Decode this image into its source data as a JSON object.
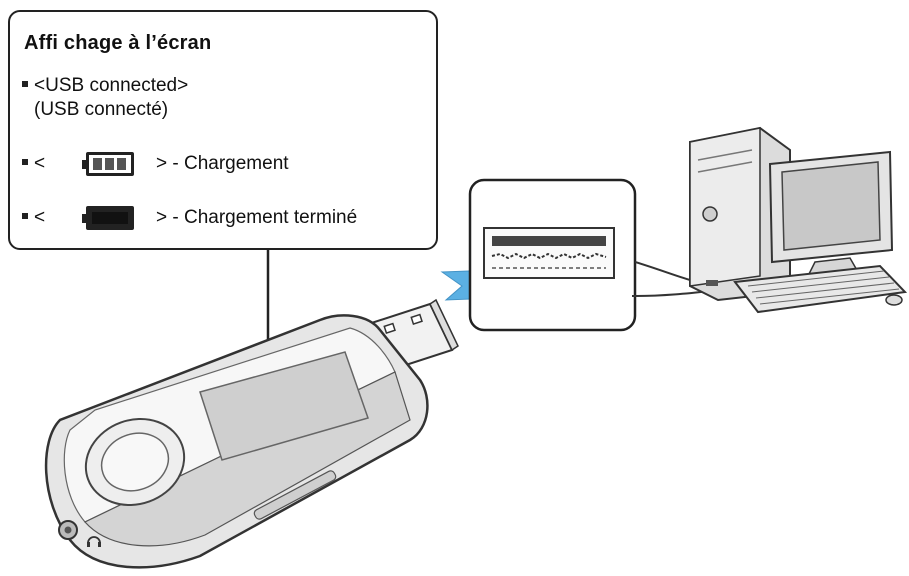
{
  "callout": {
    "title": "Affi chage à l’écran",
    "item1_line1": "<USB connected>",
    "item1_line2": "(USB connecté)",
    "item2_prefix": "<",
    "item2_suffix": "> - Chargement",
    "item3_prefix": "<",
    "item3_suffix": "> - Chargement terminé"
  },
  "colors": {
    "outline": "#222222",
    "arrow": "#4aa8e0",
    "device": "#d8d8d8",
    "screen": "#c9c9c9"
  },
  "icons": [
    "battery-charging-icon",
    "battery-full-icon",
    "usb-port-icon",
    "headphone-icon"
  ]
}
